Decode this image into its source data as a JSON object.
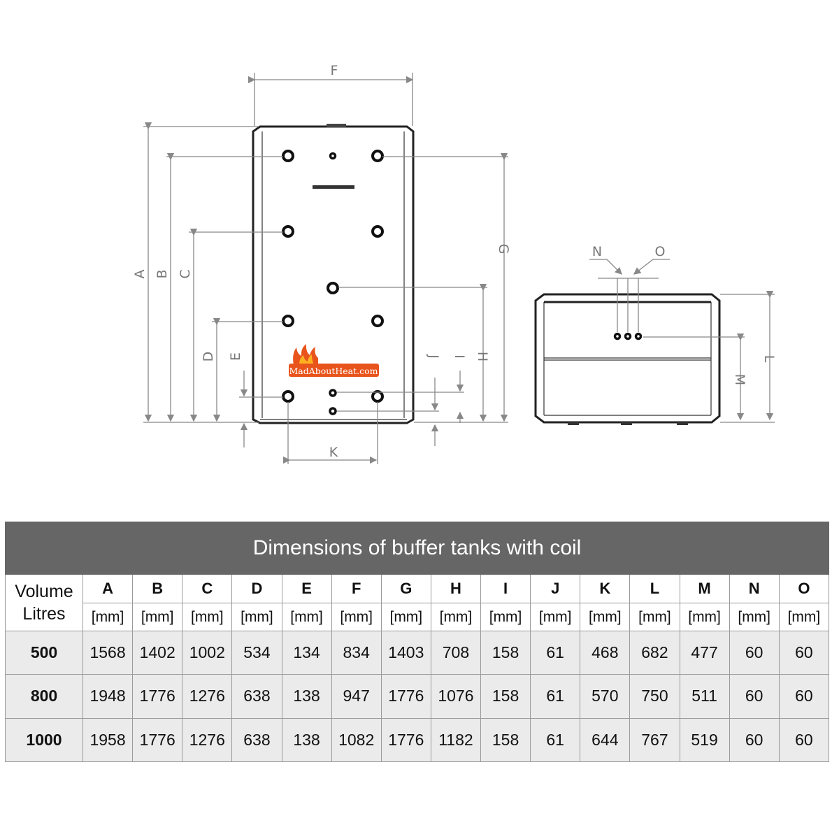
{
  "diagram": {
    "dimension_letters": {
      "A": "A",
      "B": "B",
      "C": "C",
      "D": "D",
      "E": "E",
      "F": "F",
      "G": "G",
      "H": "H",
      "I": "I",
      "J": "J",
      "K": "K",
      "L": "L",
      "M": "M",
      "N": "N",
      "O": "O"
    },
    "logo_text": "MadAboutHeat.com"
  },
  "table": {
    "title": "Dimensions of buffer tanks with coil",
    "volume_header": [
      "Volume",
      "Litres"
    ],
    "columns": [
      "A",
      "B",
      "C",
      "D",
      "E",
      "F",
      "G",
      "H",
      "I",
      "J",
      "K",
      "L",
      "M",
      "N",
      "O"
    ],
    "unit": "[mm]",
    "rows": [
      {
        "volume": "500",
        "values": [
          "1568",
          "1402",
          "1002",
          "534",
          "134",
          "834",
          "1403",
          "708",
          "158",
          "61",
          "468",
          "682",
          "477",
          "60",
          "60"
        ]
      },
      {
        "volume": "800",
        "values": [
          "1948",
          "1776",
          "1276",
          "638",
          "138",
          "947",
          "1776",
          "1076",
          "158",
          "61",
          "570",
          "750",
          "511",
          "60",
          "60"
        ]
      },
      {
        "volume": "1000",
        "values": [
          "1958",
          "1776",
          "1276",
          "638",
          "138",
          "1082",
          "1776",
          "1182",
          "158",
          "61",
          "644",
          "767",
          "519",
          "60",
          "60"
        ]
      }
    ]
  },
  "colors": {
    "title_bar": "#666666",
    "data_rows": "#ebebeb",
    "logo_flame": "#e8541c"
  }
}
